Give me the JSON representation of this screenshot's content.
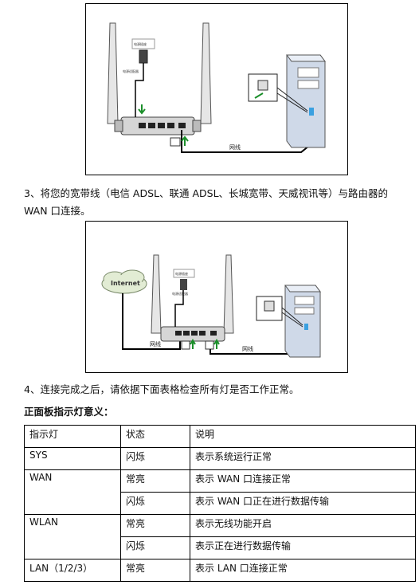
{
  "figure1": {
    "cable_label": "网线",
    "adapter_label_top": "电源插座",
    "adapter_label_bottom": "电源适配器"
  },
  "step3": {
    "text": "3、将您的宽带线（电信 ADSL、联通 ADSL、长城宽带、天威视讯等）与路由器的 WAN 口连接。"
  },
  "figure2": {
    "cloud_label": "Internet",
    "cable_label_left": "网线",
    "cable_label_right": "网线",
    "adapter_label_top": "电源插座",
    "adapter_label_bottom": "电源适配器"
  },
  "step4": {
    "text": "4、连接完成之后，请依据下面表格检查所有灯是否工作正常。"
  },
  "table": {
    "title": "正面板指示灯意义：",
    "headers": [
      "指示灯",
      "状态",
      "说明"
    ],
    "rows": [
      {
        "led": "SYS",
        "state": "闪烁",
        "desc": "表示系统运行正常"
      },
      {
        "led": "WAN",
        "state": "常亮",
        "desc": "表示 WAN 口连接正常"
      },
      {
        "led": "",
        "state": "闪烁",
        "desc": "表示 WAN 口正在进行数据传输"
      },
      {
        "led": "WLAN",
        "state": "常亮",
        "desc": "表示无线功能开启"
      },
      {
        "led": "",
        "state": "闪烁",
        "desc": "表示正在进行数据传输"
      },
      {
        "led": "LAN（1/2/3）",
        "state": "常亮",
        "desc": "表示 LAN 口连接正常"
      }
    ]
  }
}
